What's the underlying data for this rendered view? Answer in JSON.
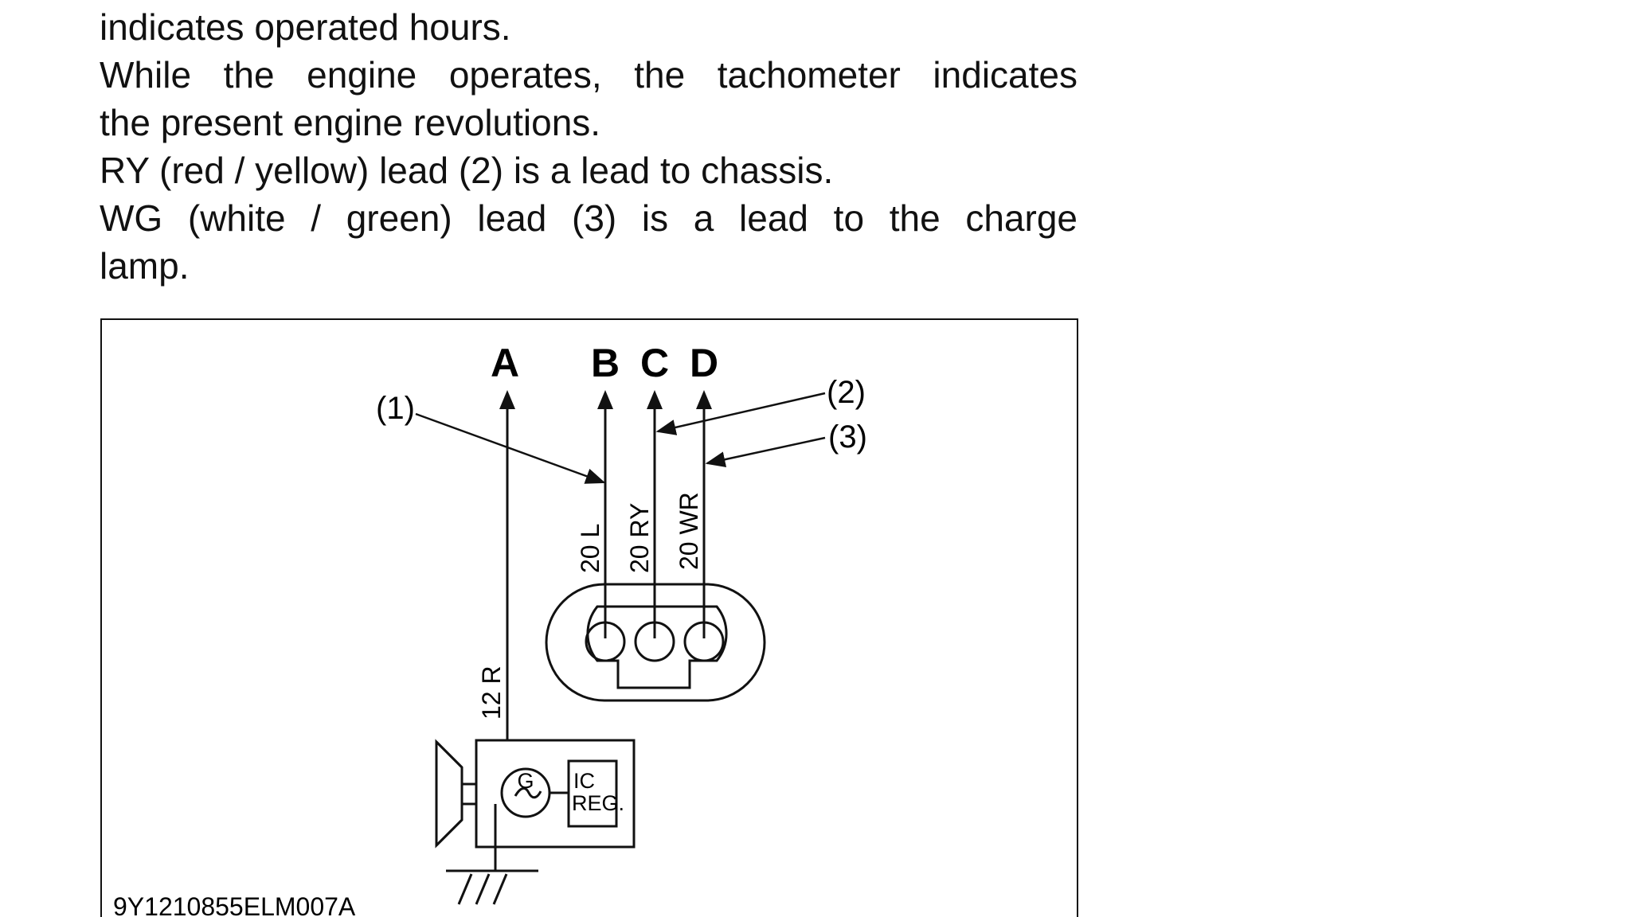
{
  "text": {
    "lines": [
      "indicates operated hours.",
      "While the engine operates, the tachometer indicates",
      "the present engine revolutions.",
      "RY (red / yellow) lead (2) is a lead to chassis.",
      "WG (white / green) lead (3) is a lead to the charge",
      "lamp."
    ]
  },
  "figure": {
    "terminals": {
      "a": "A",
      "b": "B",
      "c": "C",
      "d": "D"
    },
    "callouts": {
      "one": "(1)",
      "two": "(2)",
      "three": "(3)"
    },
    "wires": {
      "l": "20 L",
      "ry": "20 RY",
      "wr": "20 WR",
      "r": "12 R"
    },
    "alternator": {
      "g": "G",
      "reg_line1": "IC",
      "reg_line2": "REG."
    },
    "code": "9Y1210855ELM007A"
  }
}
